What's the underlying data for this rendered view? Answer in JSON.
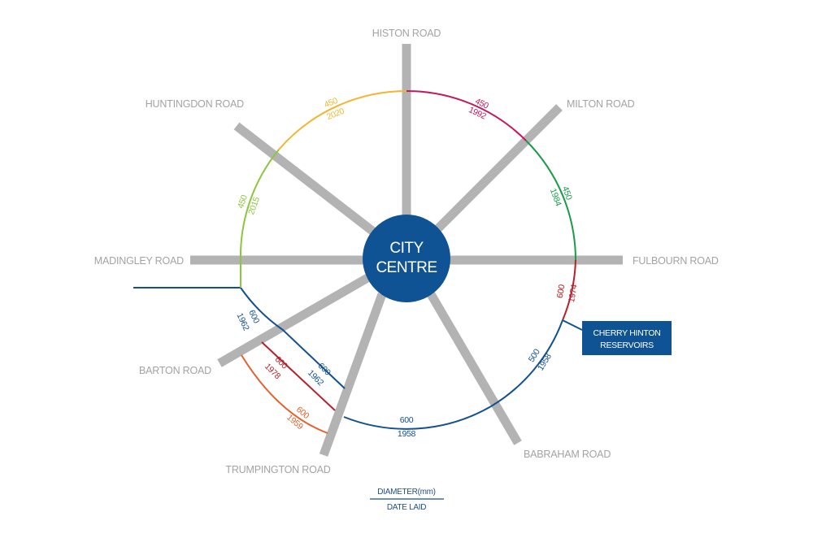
{
  "centre": {
    "line1": "CITY",
    "line2": "CENTRE",
    "color": "#0f5394"
  },
  "roads": [
    {
      "id": "histon",
      "label": "HISTON ROAD"
    },
    {
      "id": "milton",
      "label": "MILTON ROAD"
    },
    {
      "id": "fulbourn",
      "label": "FULBOURN ROAD"
    },
    {
      "id": "babraham",
      "label": "BABRAHAM ROAD"
    },
    {
      "id": "trumpington",
      "label": "TRUMPINGTON ROAD"
    },
    {
      "id": "barton",
      "label": "BARTON ROAD"
    },
    {
      "id": "madingley",
      "label": "MADINGLEY ROAD"
    },
    {
      "id": "huntingdon",
      "label": "HUNTINGDON ROAD"
    }
  ],
  "pipes": [
    {
      "id": "histon-milton",
      "diameter": "450",
      "date": "1992",
      "color": "#c4185d"
    },
    {
      "id": "milton-fulbourn",
      "diameter": "450",
      "date": "1984",
      "color": "#1a9a4a"
    },
    {
      "id": "fulbourn-cherry",
      "diameter": "600",
      "date": "1974",
      "color": "#b5202a"
    },
    {
      "id": "cherry-babraham",
      "diameter": "500",
      "date": "1958",
      "color": "#14508f"
    },
    {
      "id": "babraham-trumpington",
      "diameter": "600",
      "date": "1958",
      "color": "#14508f"
    },
    {
      "id": "madingley-west",
      "diameter": "600",
      "date": "1962",
      "color": "#14508f"
    },
    {
      "id": "inner-blue",
      "diameter": "600",
      "date": "1962",
      "color": "#14508f"
    },
    {
      "id": "inner-red",
      "diameter": "600",
      "date": "1978",
      "color": "#b5202a"
    },
    {
      "id": "orange",
      "diameter": "600",
      "date": "1959",
      "color": "#e2622d"
    },
    {
      "id": "lightgreen",
      "diameter": "450",
      "date": "2015",
      "color": "#8cc63e"
    },
    {
      "id": "yellow",
      "diameter": "450",
      "date": "2020",
      "color": "#f2b531"
    }
  ],
  "reservoir": {
    "line1": "CHERRY HINTON",
    "line2": "RESERVOIRS",
    "color": "#0f5394"
  },
  "legend": {
    "top": "DIAMETER(mm)",
    "bottom": "DATE LAID"
  }
}
